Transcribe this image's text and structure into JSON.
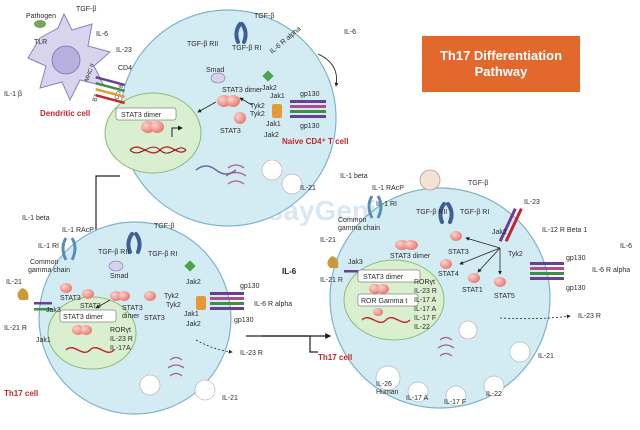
{
  "title": {
    "line1": "Th17 Differentiation",
    "line2": "Pathway"
  },
  "watermark": "AssayGenie",
  "colors": {
    "title_bg": "#e2692b",
    "cell_fill": "#d3ecf3",
    "nucleus_fill": "#d9efcf",
    "label_red": "#c0282d"
  },
  "dendritic": {
    "title": "Dendritic cell",
    "pathogen": "Pathogen",
    "tgfb": "TGF-β",
    "tlr": "TLR",
    "il6": "IL-6",
    "il23": "IL-23",
    "cd4": "CD4",
    "mhc": "MHC II",
    "b7": "B7",
    "cd28": "CD28",
    "il1b": "IL-1 β"
  },
  "naive": {
    "title": "Naive CD4⁺ T cell",
    "tgfb": "TGF-β",
    "tgfbr2": "TGF-β RII",
    "tgfbr1": "TGF-β RI",
    "il6_alpha": "IL-6 R alpha",
    "il6": "IL-6",
    "smad": "Smad",
    "stat3_dimer": "STAT3 dimer",
    "stat3_dimer_nuc": "STAT3 dimer",
    "jak2": "Jak2",
    "jak1": "Jak1",
    "tyk2": "Tyk2",
    "stat3": "STAT3",
    "gp130": "gp130",
    "gp130b": "gp130",
    "tyk2b": "Tyk2",
    "jak1b": "Jak1",
    "jak2b": "Jak2",
    "il21": "IL-21"
  },
  "left": {
    "title": "Th17 cell",
    "il1beta": "IL-1 beta",
    "il1racp": "IL-1 RAcP",
    "il1ri": "IL-1 RI",
    "tgfb": "TGF-β",
    "common": "Common",
    "gamma": "gamma chain",
    "il21": "IL-21",
    "tgfbr2": "TGF-β RII",
    "tgfbr1": "TGF-β RI",
    "il21r": "IL-21 R",
    "jak3": "Jak3",
    "jak1": "Jak1",
    "stat3": "STAT3",
    "stat3b": "STAT3",
    "smad": "Smad",
    "stat3_dimer": "STAT3",
    "dimer": "dimer",
    "nuc_dimer": "STAT3 dimer",
    "ror": "RORγt",
    "il23r": "IL-23 R",
    "il17a": "IL-17A",
    "jak2": "Jak2",
    "tyk2": "Tyk2",
    "tyk2b": "Tyk2",
    "jak1b": "Jak1",
    "jak2b": "Jak2",
    "stat3c": "STAT3",
    "gp130": "gp130",
    "gp130b": "gp130",
    "il6": "IL-6",
    "il6ralpha": "IL-6 R alpha",
    "il23r_out": "IL-23 R",
    "il21_bottom": "IL-21"
  },
  "right": {
    "title": "Th17 cell",
    "il1beta": "IL-1 beta",
    "il1racp": "IL-1 RAcP",
    "il1ri": "IL-1 RI",
    "tgfb": "TGF-β",
    "tgfbr2": "TGF-β RII",
    "tgfbr1": "TGF-β RI",
    "il23": "IL-23",
    "common": "Common",
    "gamma": "gamma chain",
    "il21": "IL-21",
    "stat3_dimer": "STAT3 dimer",
    "il12": "IL-12 R Beta 1",
    "jak2": "Jak2",
    "tyk2": "Tyk2",
    "il6": "IL-6",
    "il21r": "IL-21 R",
    "jak3": "Jak3",
    "stat3": "STAT3",
    "stat4": "STAT4",
    "stat1": "STAT1",
    "stat5": "STAT5",
    "gp130": "gp130",
    "gp130b": "gp130",
    "il6ralpha": "IL-6 R alpha",
    "nuc_dimer": "STAT3 dimer",
    "ror": "RORγt",
    "ror_gamma": "ROR Gamma t",
    "il23r": "IL-23 R",
    "il17a": "IL-17 A",
    "il17a_n": "IL-17 A",
    "il17f_n": "IL-17 F",
    "il22_n": "IL-22",
    "il23r_out": "IL-23 R",
    "il21_out": "IL-21",
    "il26": "IL-26",
    "human": "Human",
    "il17a_out": "IL-17 A",
    "il17f_out": "IL-17 F",
    "il22_out": "IL-22"
  }
}
